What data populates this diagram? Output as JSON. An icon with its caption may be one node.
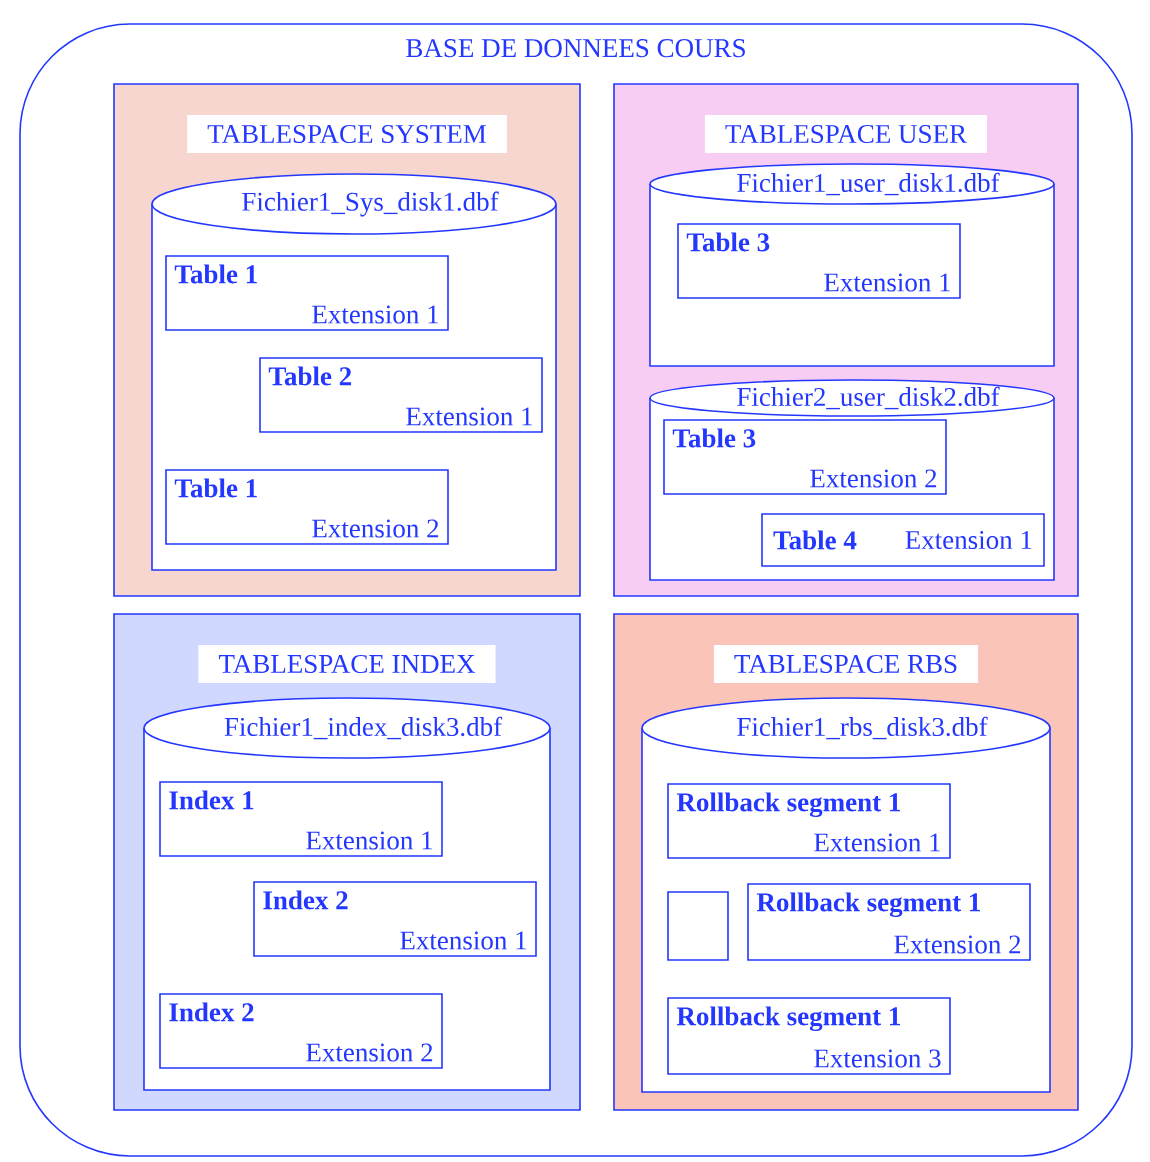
{
  "diagram": {
    "nodes": [
      {
        "text": [
          "BASE DE DONNEES COURS"
        ]
      },
      {
        "text": [
          "TABLESPACE  SYSTEM"
        ],
        "in": 0
      },
      {
        "text": [
          "Fichier1_Sys_disk1.dbf"
        ],
        "in": 1
      },
      {
        "text": [
          "Table 1",
          "Extension 1"
        ],
        "in": 2
      },
      {
        "text": [
          "Table 2",
          "Extension 1"
        ],
        "in": 2
      },
      {
        "text": [
          "Table 1",
          "Extension 2"
        ],
        "in": 2
      },
      {
        "text": [
          "TABLESPACE USER"
        ],
        "in": 0
      },
      {
        "text": [
          "Fichier1_user_disk1.dbf"
        ],
        "in": 6
      },
      {
        "text": [
          "Table 3",
          "Extension 1"
        ],
        "in": 7
      },
      {
        "text": [
          "Fichier2_user_disk2.dbf"
        ],
        "in": 6
      },
      {
        "text": [
          "Table 3",
          "Extension 2"
        ],
        "in": 9
      },
      {
        "text": [
          "Table 4",
          "Extension 1"
        ],
        "in": 9
      },
      {
        "text": [
          "TABLESPACE  INDEX"
        ],
        "in": 0
      },
      {
        "text": [
          "Fichier1_index_disk3.dbf"
        ],
        "in": 12
      },
      {
        "text": [
          "Index 1",
          "Extension 1"
        ],
        "in": 13
      },
      {
        "text": [
          "Index 2",
          "Extension 1"
        ],
        "in": 13
      },
      {
        "text": [
          "Index 2",
          "Extension 2"
        ],
        "in": 13
      },
      {
        "text": [
          "TABLESPACE   RBS"
        ],
        "in": 0
      },
      {
        "text": [
          "Fichier1_rbs_disk3.dbf"
        ],
        "in": 17
      },
      {
        "text": [
          "Rollback segment 1",
          "Extension 1"
        ],
        "in": 18
      },
      {
        "text": [],
        "shape": "box",
        "in": 18
      },
      {
        "text": [
          "Rollback segment 1",
          "Extension 2"
        ],
        "in": 18
      },
      {
        "text": [
          "Rollback segment 1",
          "Extension 3"
        ],
        "in": 18
      }
    ]
  }
}
